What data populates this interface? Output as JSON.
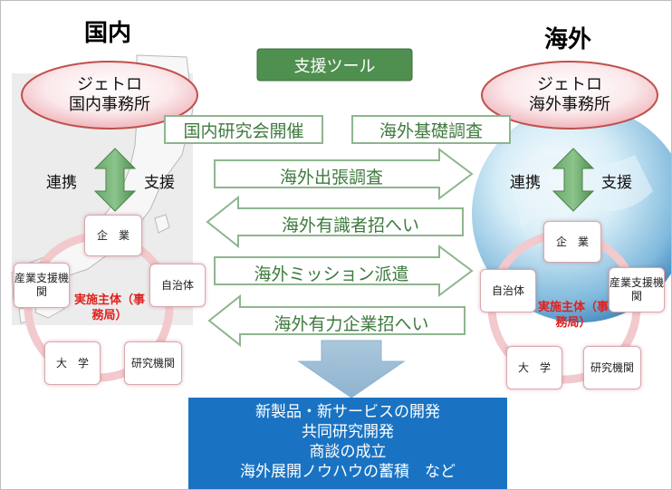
{
  "domestic": {
    "heading": "国内",
    "office_line1": "ジェトロ",
    "office_line2": "国内事務所",
    "cooperation": "連携",
    "support": "支援",
    "nodes": {
      "company": "企　業",
      "industry_support": "産業支援機関",
      "municipality": "自治体",
      "university": "大　学",
      "research": "研究機関"
    },
    "center": "実施主体（事務局）"
  },
  "overseas": {
    "heading": "海外",
    "office_line1": "ジェトロ",
    "office_line2": "海外事務所",
    "cooperation": "連携",
    "support": "支援",
    "nodes": {
      "company": "企　業",
      "industry_support": "産業支援機関",
      "municipality": "自治体",
      "university": "大　学",
      "research": "研究機関"
    },
    "center": "実施主体（事務局）"
  },
  "tools": {
    "title": "支援ツール",
    "domestic_study": "国内研究会開催",
    "overseas_survey": "海外基礎調査",
    "overseas_trip": "海外出張調査",
    "invite_experts": "海外有識者招へい",
    "overseas_mission": "海外ミッション派遣",
    "invite_companies": "海外有力企業招へい"
  },
  "results": [
    "新製品・新サービスの開発",
    "共同研究開発",
    "商談の成立",
    "海外展開ノウハウの蓄積　など"
  ],
  "colors": {
    "green_dark": "#4f8f4f",
    "green_border": "#8fb58f",
    "result_blue": "#1a73c2",
    "red_accent": "#e0201e",
    "ring_pink": "#f2c9cd"
  }
}
